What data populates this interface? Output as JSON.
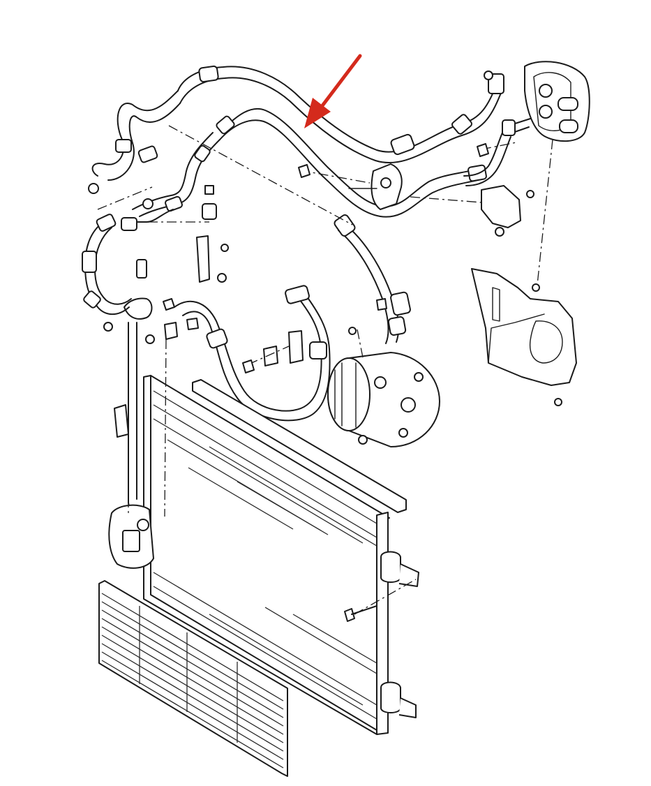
{
  "diagram": {
    "kind": "exploded parts illustration",
    "line_color": "#1a1a1a",
    "background": "#ffffff",
    "highlight_arrow": {
      "color": "#d42a1c",
      "points_to": "suction hose"
    },
    "components": [
      "high-pressure-hose",
      "suction-hose",
      "expansion-valve",
      "evaporator-seal-plate",
      "mounting-bracket",
      "pressure-switch",
      "compressor",
      "condenser",
      "condenser-cover-plate",
      "grille",
      "heat-shield",
      "bolts",
      "nuts",
      "o-rings"
    ]
  }
}
